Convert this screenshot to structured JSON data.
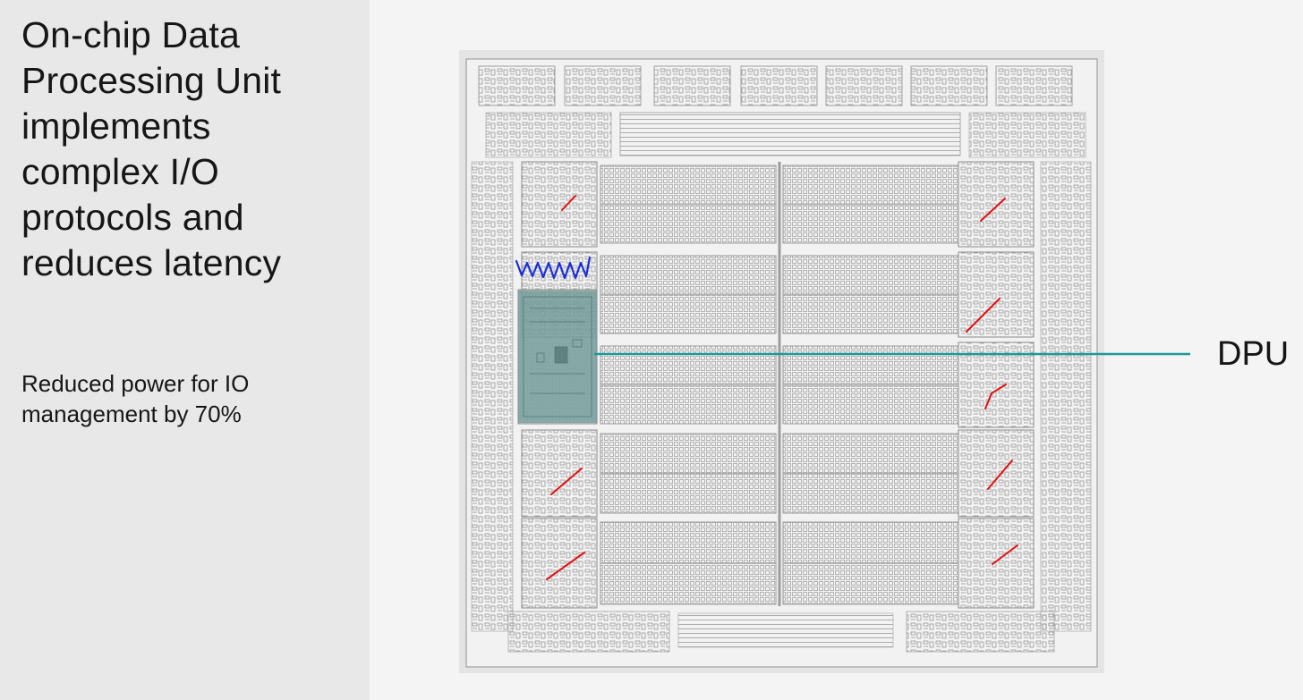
{
  "headline": {
    "lines": [
      "On-chip Data",
      "Processing Unit",
      "implements",
      "complex I/O",
      "protocols and",
      "reduces latency"
    ]
  },
  "subtext": {
    "lines": [
      "Reduced power for IO",
      "management by 70%"
    ]
  },
  "diagram": {
    "callout_label": "DPU",
    "colors": {
      "dpu_highlight": "#6f9b99",
      "leader_line": "#1a9a96",
      "wave_mark": "#1b2fd6",
      "ink_marks": "#e01010",
      "die_background": "#e4e4e4",
      "circuit": "#8a8a8a"
    }
  }
}
